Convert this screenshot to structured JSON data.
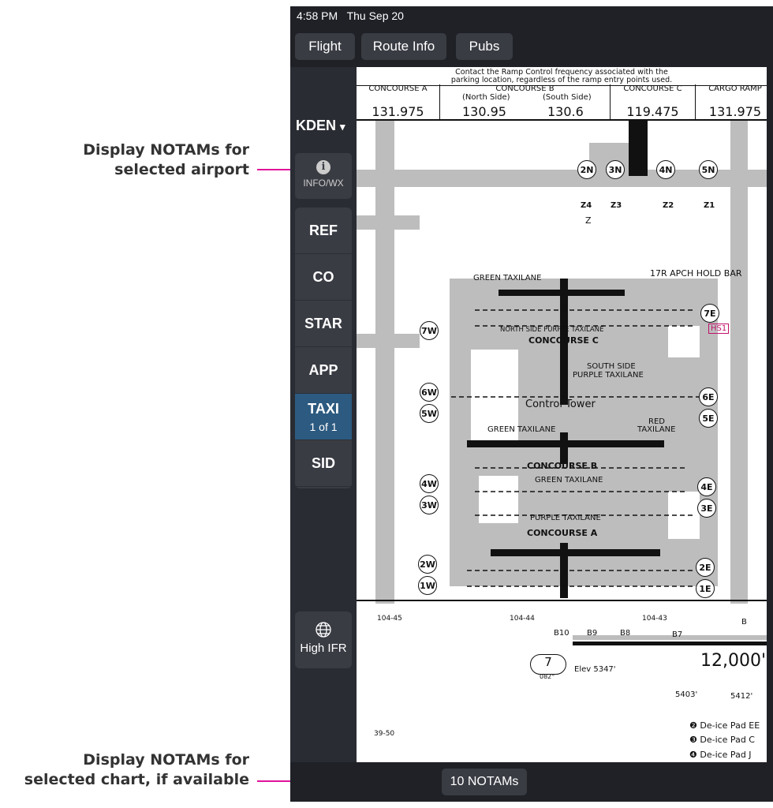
{
  "annotations": {
    "top": [
      "Display NOTAMs for",
      "selected airport"
    ],
    "bottom": [
      "Display NOTAMs for",
      "selected chart, if available"
    ],
    "line_color": "#e0139a"
  },
  "status_bar": {
    "time": "4:58 PM",
    "date": "Thu Sep 20"
  },
  "top_nav": [
    {
      "label": "Flight"
    },
    {
      "label": "Route Info"
    },
    {
      "label": "Pubs"
    }
  ],
  "sidebar": {
    "airport": "KDEN",
    "airport_caret": "▾",
    "info_icon": "info-icon",
    "info_label": "INFO/WX",
    "items": [
      {
        "label": "REF"
      },
      {
        "label": "CO"
      },
      {
        "label": "STAR"
      },
      {
        "label": "APP"
      },
      {
        "label": "TAXI",
        "sub": "1 of 1",
        "active": true
      },
      {
        "label": "SID"
      }
    ],
    "active_color": "#2c5a80",
    "high_ifr": "High IFR"
  },
  "chart": {
    "note": [
      "Contact the Ramp Control frequency associated with the",
      "parking location, regardless of the ramp entry points used."
    ],
    "frequencies": [
      {
        "name": "CONCOURSE A",
        "freq": "131.975"
      },
      {
        "name": "CONCOURSE B",
        "north": "(North Side)",
        "south": "(South Side)",
        "freq_n": "130.95",
        "freq_s": "130.6"
      },
      {
        "name": "CONCOURSE C",
        "freq": "119.475"
      },
      {
        "name": "CARGO RAMP",
        "freq": "131.975"
      }
    ],
    "labels": [
      "CONCOURSE C",
      "SOUTH SIDE",
      "PURPLE TAXILANE",
      "Control Tower",
      "CONCOURSE B",
      "GREEN TAXILANE",
      "CONCOURSE A",
      "PURPLE TAXILANE",
      "GREEN TAXILANE",
      "GREEN TAXILANE",
      "RED",
      "TAXILANE",
      "NORTH SIDE PURPLE TAXILANE",
      "17R APCH HOLD BAR",
      "HS1"
    ],
    "spots": [
      "2N",
      "3N",
      "4N",
      "5N",
      "7W",
      "6W",
      "5W",
      "4W",
      "3W",
      "2W",
      "1W",
      "7E",
      "6E",
      "5E",
      "4E",
      "3E",
      "2E",
      "1E"
    ],
    "entry_points": [
      "Z4",
      "Z3",
      "Z2",
      "Z1"
    ],
    "longitudes": [
      "104-45",
      "104-44",
      "104-43"
    ],
    "latitude": "39-50",
    "runway": {
      "number": "7",
      "heading": "082°",
      "elev": "Elev 5347'",
      "length": "12,000'",
      "tdze_left": "5403'",
      "tdze_right": "5412'",
      "taxiways": [
        "B10",
        "B9",
        "B8",
        "B7",
        "B"
      ]
    },
    "legend": [
      "De-ice Pad EE",
      "De-ice Pad C",
      "De-ice Pad J"
    ]
  },
  "bottom_bar": {
    "notams": "10 NOTAMs"
  }
}
